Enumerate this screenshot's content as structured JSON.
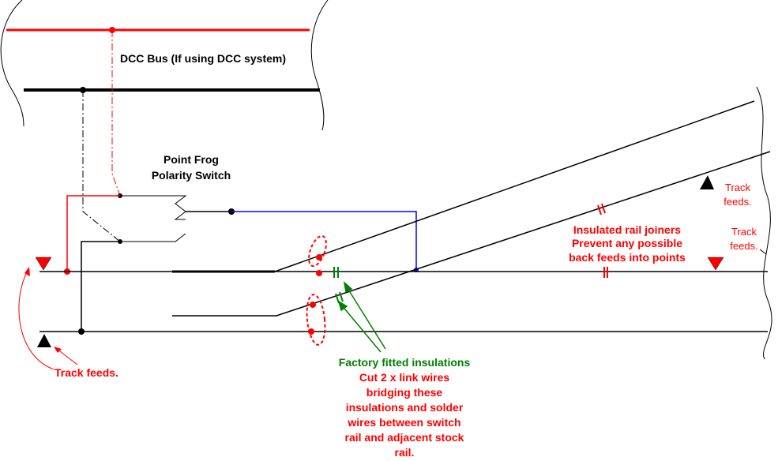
{
  "labels": {
    "dcc_bus": "DCC Bus (If using DCC system)",
    "frog_switch_line1": "Point Frog",
    "frog_switch_line2": "Polarity Switch",
    "track_feeds_top_line1": "Track",
    "track_feeds_top_line2": "feeds.",
    "track_feeds_right_line1": "Track",
    "track_feeds_right_line2": "feeds.",
    "track_feeds_left": "Track feeds.",
    "insulated_joiners": [
      "Insulated rail joiners",
      "Prevent any possible",
      "back feeds into points"
    ],
    "factory_note_title": "Factory fitted insulations",
    "factory_note_body": [
      "Cut 2 x link wires",
      "bridging these",
      "insulations and solder",
      "wires between switch",
      "rail and adjacent stock",
      "rail."
    ]
  },
  "colors": {
    "red": "#ff0000",
    "black": "#000000",
    "blue": "#0000ff",
    "green": "#008000"
  }
}
